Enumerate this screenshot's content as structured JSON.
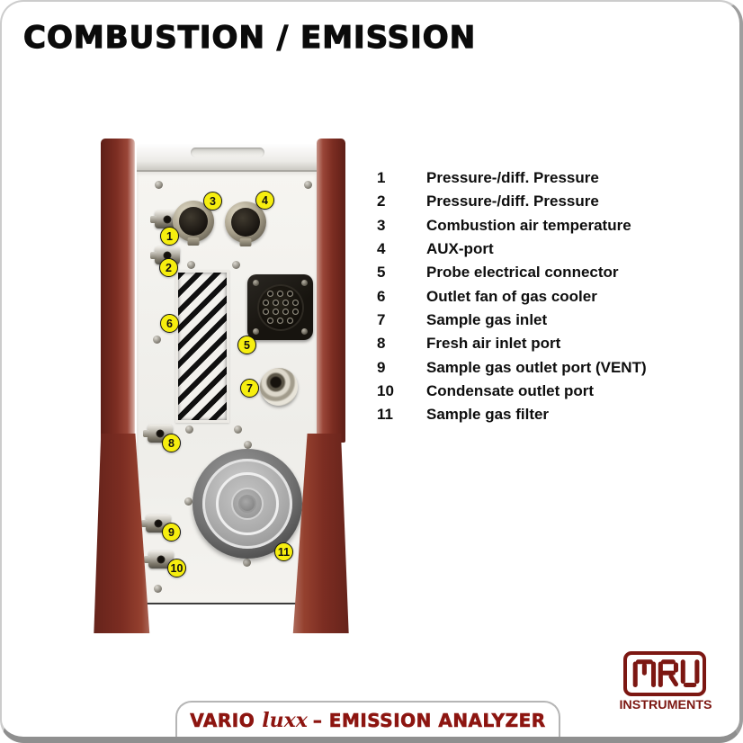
{
  "page": {
    "title": "COMBUSTION / EMISSION"
  },
  "legend": {
    "items": [
      {
        "num": "1",
        "label": "Pressure-/diff. Pressure"
      },
      {
        "num": "2",
        "label": "Pressure-/diff. Pressure"
      },
      {
        "num": "3",
        "label": "Combustion air temperature"
      },
      {
        "num": "4",
        "label": "AUX-port"
      },
      {
        "num": "5",
        "label": "Probe electrical connector"
      },
      {
        "num": "6",
        "label": "Outlet fan of gas cooler"
      },
      {
        "num": "7",
        "label": "Sample gas inlet"
      },
      {
        "num": "8",
        "label": "Fresh air inlet port"
      },
      {
        "num": "9",
        "label": "Sample gas outlet port (VENT)"
      },
      {
        "num": "10",
        "label": "Condensate outlet port"
      },
      {
        "num": "11",
        "label": "Sample gas filter"
      }
    ]
  },
  "footer": {
    "brand": "VARIO",
    "model": "luxx",
    "rest": "– EMISSION ANALYZER"
  },
  "logo": {
    "name": "MRU",
    "subtitle": "INSTRUMENTS"
  },
  "colors": {
    "accent_red": "#8d1510",
    "logo_red": "#7c1712",
    "callout_yellow": "#f6ee0f",
    "device_maroon": "#7c2d22",
    "panel_white": "#f4f3ef"
  }
}
